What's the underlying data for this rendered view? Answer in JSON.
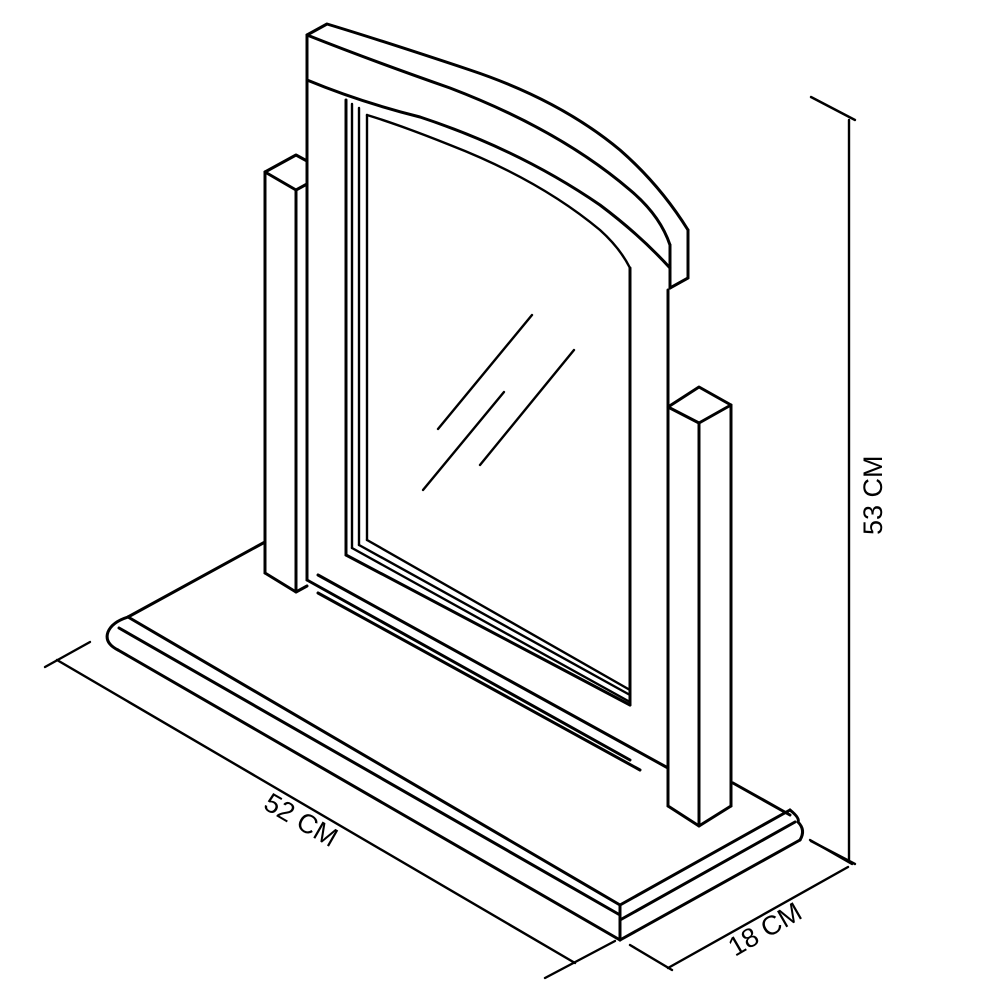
{
  "diagram": {
    "subject": "Swing dressing table mirror",
    "line_color": "#000000",
    "background_color": "#ffffff",
    "dimensions": {
      "height": {
        "label": "53 CM",
        "value": 53,
        "unit": "CM"
      },
      "width": {
        "label": "52 CM",
        "value": 52,
        "unit": "CM"
      },
      "depth": {
        "label": "18 CM",
        "value": 18,
        "unit": "CM"
      }
    },
    "parts": [
      "arched top rail",
      "mirror frame",
      "mirror glass",
      "left post",
      "right post",
      "base plinth"
    ]
  }
}
